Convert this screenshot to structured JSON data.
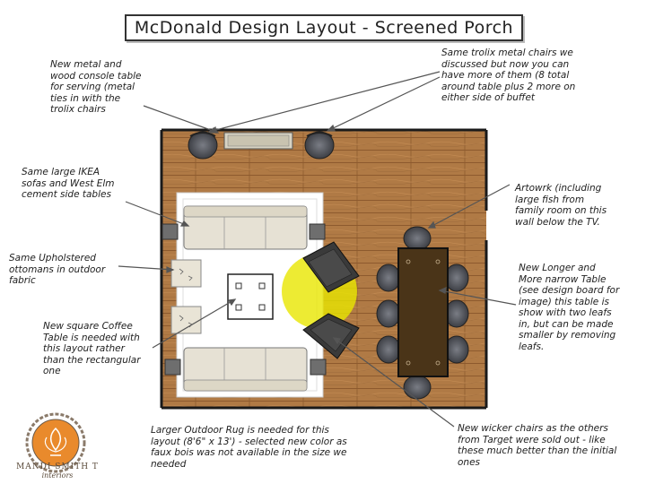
{
  "title": "McDonald Design Layout  - Screened Porch",
  "annotations": {
    "console_table": "New metal and\nwood console table\nfor serving (metal\nties in with the\ntrolix chairs",
    "trolix_chairs": "Same trolix metal chairs we\ndiscussed but now you can\nhave more of them (8 total\naround table plus 2 more on\neither side of buffet",
    "sofas": "Same large IKEA\nsofas and West Elm\ncement side tables",
    "artwork": "Artowrk (including\nlarge fish from\nfamily room on this\nwall below the TV.",
    "ottomans": "Same Upholstered\nottomans in outdoor\nfabric",
    "dining_table": "New Longer and\nMore narrow Table\n(see design board for\nimage) this table is\nshow with two leafs\nin, but can be made\nsmaller by removing\nleafs.",
    "coffee_table": "New square Coffee\nTable is needed with\nthis layout rather\nthan the rectangular\none",
    "rug": "Larger Outdoor Rug is needed for this\nlayout (8'6\" x 13') - selected new color as\nfaux bois was not available in the size we\nneeded",
    "wicker_chairs": "New wicker chairs as the others\nfrom Target were sold out - like\nthese much better than the initial\nones"
  },
  "logo": {
    "name": "MANDI SMITH T",
    "tagline": "interiors"
  },
  "colors": {
    "floor": "#b07a45",
    "floor_line": "#8d5a2e",
    "wall": "#1a1a1a",
    "rug": "#ffffff",
    "sofa": "#e6e1d4",
    "dining_table": "#4a3418",
    "chair": "#5b5e66",
    "highlight": "#e8e600",
    "logo_orange": "#e98a2c"
  }
}
